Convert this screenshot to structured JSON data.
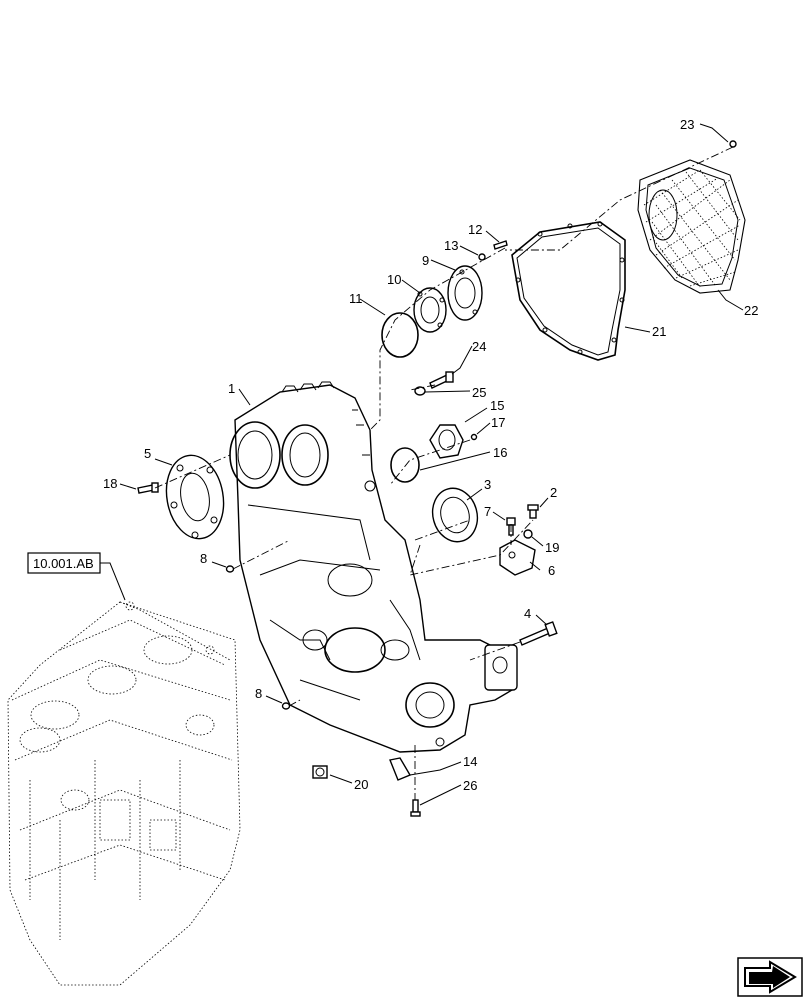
{
  "reference_label": "10.001.AB",
  "callouts": [
    {
      "id": "c1",
      "label": "1"
    },
    {
      "id": "c2",
      "label": "2"
    },
    {
      "id": "c3",
      "label": "3"
    },
    {
      "id": "c4",
      "label": "4"
    },
    {
      "id": "c5",
      "label": "5"
    },
    {
      "id": "c6",
      "label": "6"
    },
    {
      "id": "c7",
      "label": "7"
    },
    {
      "id": "c8a",
      "label": "8"
    },
    {
      "id": "c8b",
      "label": "8"
    },
    {
      "id": "c9",
      "label": "9"
    },
    {
      "id": "c10",
      "label": "10"
    },
    {
      "id": "c11",
      "label": "11"
    },
    {
      "id": "c12",
      "label": "12"
    },
    {
      "id": "c13",
      "label": "13"
    },
    {
      "id": "c14",
      "label": "14"
    },
    {
      "id": "c15",
      "label": "15"
    },
    {
      "id": "c16",
      "label": "16"
    },
    {
      "id": "c17",
      "label": "17"
    },
    {
      "id": "c18",
      "label": "18"
    },
    {
      "id": "c19",
      "label": "19"
    },
    {
      "id": "c20",
      "label": "20"
    },
    {
      "id": "c21",
      "label": "21"
    },
    {
      "id": "c22",
      "label": "22"
    },
    {
      "id": "c23",
      "label": "23"
    },
    {
      "id": "c24",
      "label": "24"
    },
    {
      "id": "c25",
      "label": "25"
    },
    {
      "id": "c26",
      "label": "26"
    }
  ],
  "navigation": {
    "icon": "next-page-arrow-icon"
  }
}
